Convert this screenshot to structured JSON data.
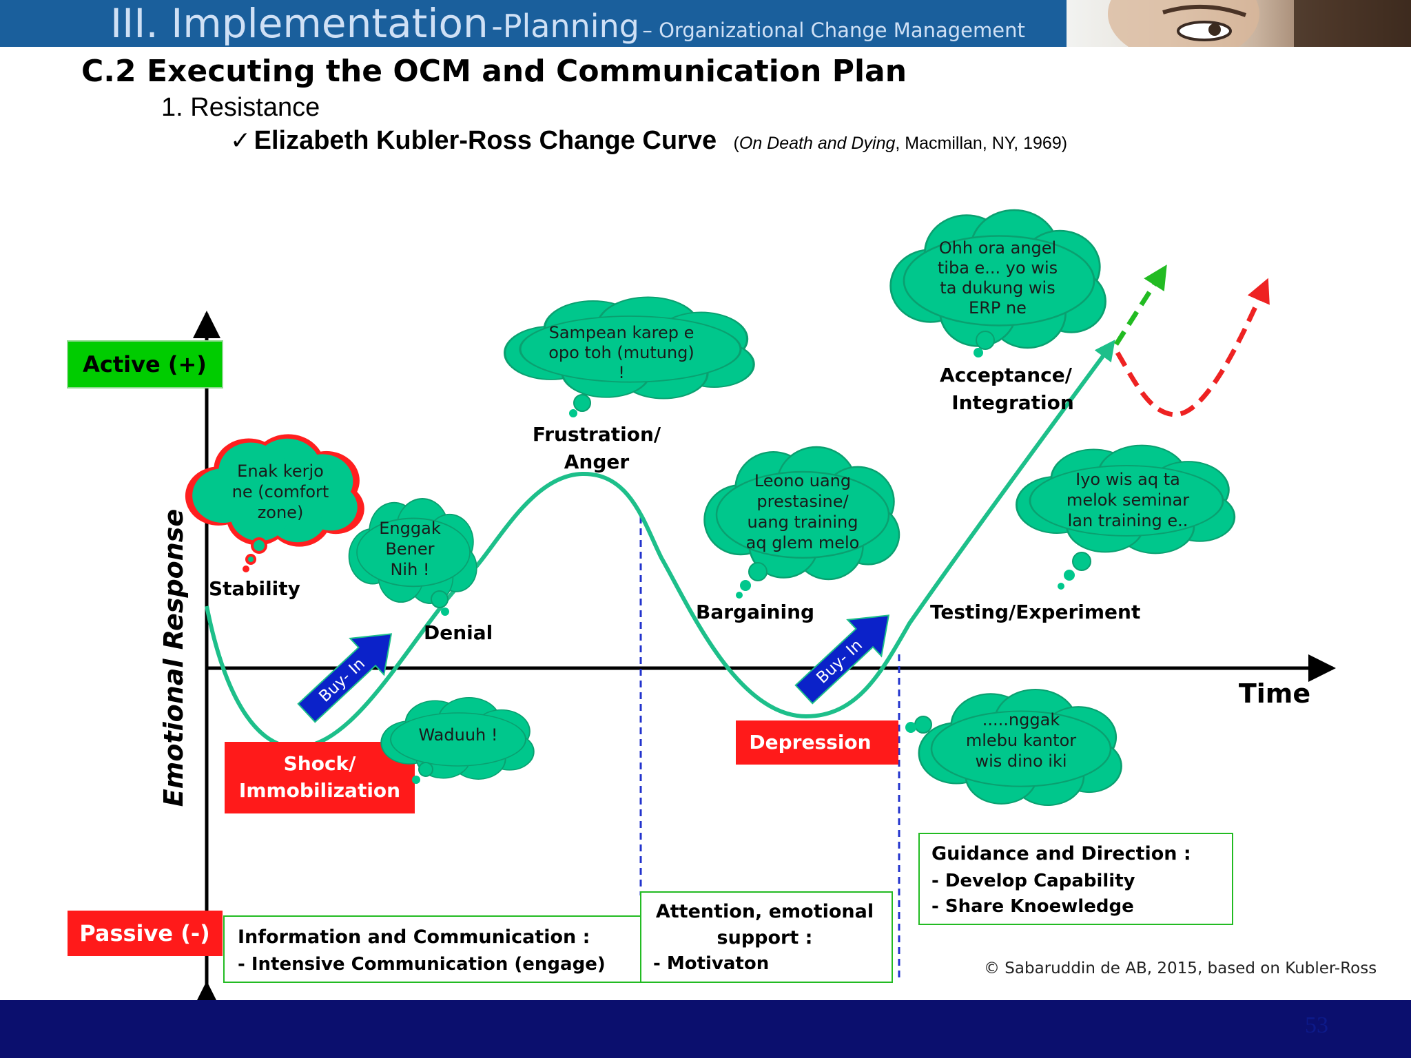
{
  "header": {
    "title_main": "III. Implementation",
    "title_planning": "-Planning",
    "title_sub": "– Organizational Change Management"
  },
  "heading": "C.2  Executing the OCM and Communication Plan",
  "subheading": "1. Resistance",
  "curve_title": {
    "check": "✓",
    "main": "Elizabeth Kubler-Ross  Change Curve",
    "cite_open": "(",
    "cite_book": "On Death and Dying",
    "cite_rest": ", Macmillan, NY, 1969)"
  },
  "diagram": {
    "active_label": "Active (+)",
    "passive_label": "Passive (-)",
    "y_axis_label": "Emotional  Response",
    "x_axis_label": "Time",
    "stages": {
      "stability": "Stability",
      "denial": "Denial",
      "frustration_1": "Frustration/",
      "frustration_2": "Anger",
      "bargaining": "Bargaining",
      "testing": "Testing/Experiment",
      "acceptance_1": "Acceptance/",
      "acceptance_2": "Integration",
      "shock_1": "Shock/",
      "shock_2": "Immobilization",
      "depression": "Depression"
    },
    "buy_in": "Buy- In",
    "bubbles": {
      "stability": [
        "Enak kerjo",
        "ne (comfort",
        "zone)"
      ],
      "denial": [
        "Enggak",
        "Bener",
        "Nih !"
      ],
      "shock": [
        "Waduuh !"
      ],
      "frustration": [
        "Sampean karep e",
        "opo toh (mutung)",
        "!"
      ],
      "bargaining": [
        "Leono uang",
        "prestasine/",
        "uang training",
        "aq glem melo"
      ],
      "depression": [
        ".....nggak",
        "mlebu kantor",
        "wis dino iki"
      ],
      "testing": [
        "Iyo wis aq ta",
        "melok seminar",
        "lan training e.."
      ],
      "acceptance": [
        "Ohh ora angel",
        "tiba e... yo wis",
        "ta dukung wis",
        "ERP  ne"
      ]
    },
    "boxes": {
      "info_title": "Information and Communication :",
      "info_item": "-  Intensive Communication (engage)",
      "attention_title_1": "Attention, emotional",
      "attention_title_2": "support :",
      "attention_item": "- Motivaton",
      "guidance_title": "Guidance and Direction :",
      "guidance_item_1": "-    Develop Capability",
      "guidance_item_2": "-    Share Knoewledge"
    },
    "copyright": "© Sabaruddin de AB, 2015,  based on  Kubler-Ross",
    "colors": {
      "curve": "#1dbf8a",
      "bubble_fill": "#00c78c",
      "active_box": "#00cc00",
      "passive_box": "#ff1a1a",
      "buy_in_arrow": "#0b22c9",
      "green_dash": "#22bb22",
      "red_dash": "#ee2222"
    }
  },
  "page_number": "53"
}
